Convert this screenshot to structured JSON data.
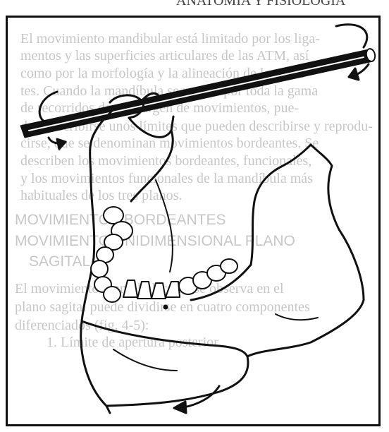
{
  "page_top_text": "ANATOMÍA Y FISIOLOGÍA",
  "bleed_text": [
    {
      "text": "El movimiento mandibular está limitado por los liga-",
      "cls": "row"
    },
    {
      "text": "mentos y las superficies articulares de las ATM, así",
      "cls": "row"
    },
    {
      "text": "como por la morfología y la alineación de los dien-",
      "cls": "row"
    },
    {
      "text": "tes. Cuando la mandíbula se mueve por toda la gama",
      "cls": "row"
    },
    {
      "text": "de recorridos de su margen de movimientos, pue-",
      "cls": "row"
    },
    {
      "text": "den describirse unos límites que pueden describirse y reprodu-",
      "cls": "row"
    },
    {
      "text": "cirse, que se denominan movimientos bordeantes. Se",
      "cls": "row"
    },
    {
      "text": "describen los movimientos bordeantes, funcionales,",
      "cls": "row"
    },
    {
      "text": "y los movimientos funcionales de la mandíbula más",
      "cls": "row"
    },
    {
      "text": "habituales de los tres planos.",
      "cls": "row"
    },
    {
      "text": "MOVIMIENTOS BORDEANTES",
      "cls": "row head"
    },
    {
      "text": "MOVIMIENTO UNIDIMENSIONAL PLANO",
      "cls": "row head"
    },
    {
      "text": "SAGITAL",
      "cls": "row head"
    },
    {
      "text": "El movimiento mandibular que se observa en el",
      "cls": "row"
    },
    {
      "text": "plano sagital puede dividirse en cuatro componentes",
      "cls": "row"
    },
    {
      "text": "diferenciados (fig. 4-5):",
      "cls": "row"
    },
    {
      "text": "1. Límite de apertura posterior.",
      "cls": "row"
    }
  ],
  "colors": {
    "ink": "#111111",
    "paper": "#ffffff",
    "bleed": "#9a9a9a"
  }
}
